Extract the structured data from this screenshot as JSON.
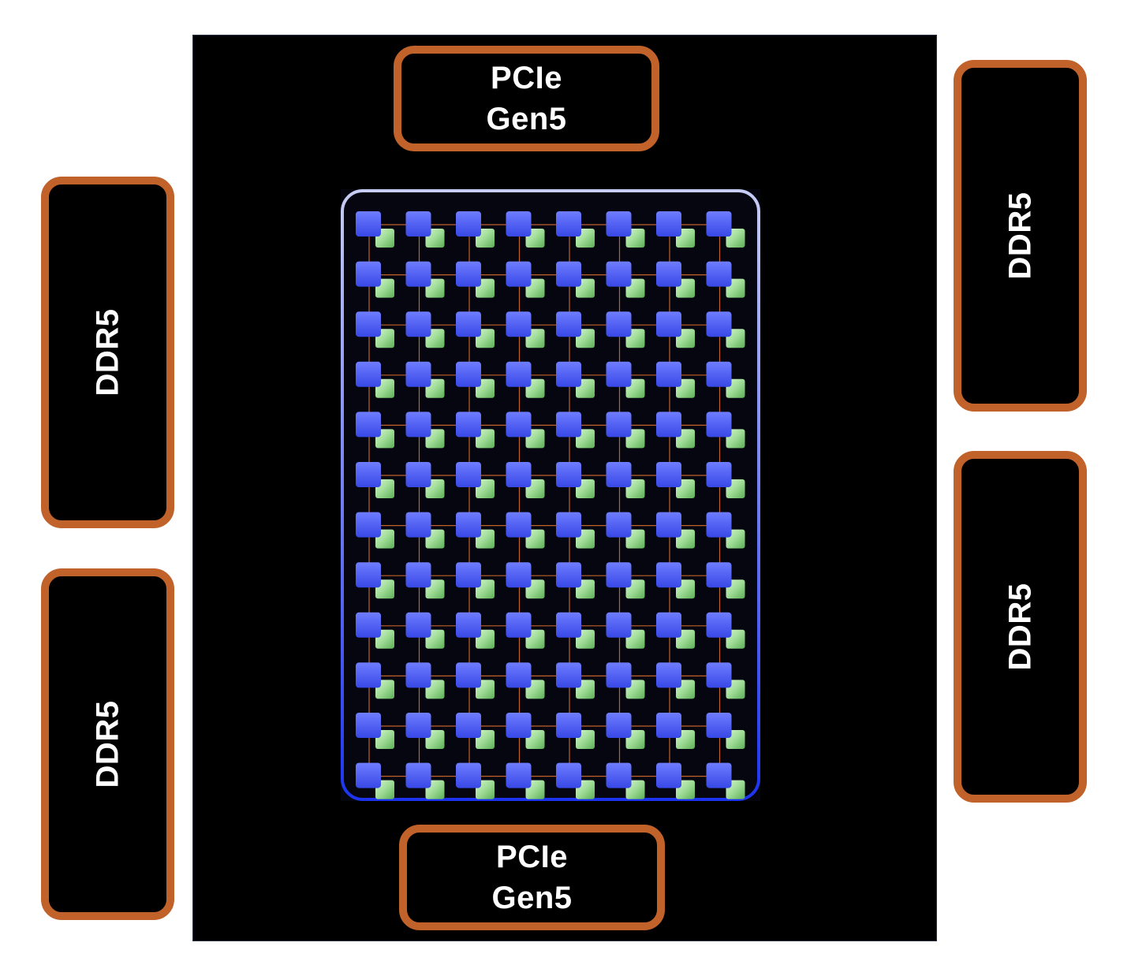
{
  "chip": {
    "background": "#000000",
    "io_border_color": "#c0622a"
  },
  "pcie_top": {
    "label": "PCIe\nGen5"
  },
  "pcie_bottom": {
    "label": "PCIe\nGen5"
  },
  "ddr_left_1": {
    "label": "DDR5"
  },
  "ddr_left_2": {
    "label": "DDR5"
  },
  "ddr_right_1": {
    "label": "DDR5"
  },
  "ddr_right_2": {
    "label": "DDR5"
  },
  "mesh": {
    "rows": 12,
    "cols": 8,
    "core_color": "#3848e6",
    "cache_color": "#9fdc96",
    "link_color": "#c0622a",
    "frame_color_top": "#c7cdf5",
    "frame_color_bottom": "#1c34f0"
  }
}
